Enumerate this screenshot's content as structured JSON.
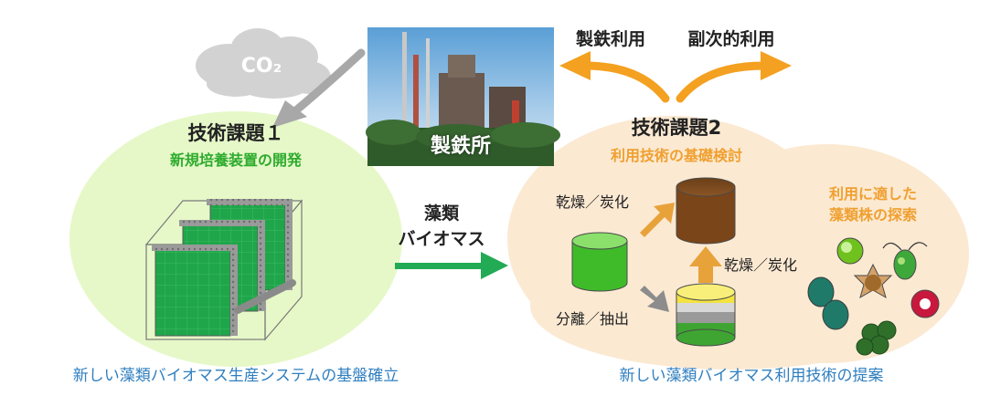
{
  "cloud": {
    "label": "CO₂"
  },
  "steel_mill": {
    "label": "製鉄所"
  },
  "outputs": {
    "left": "製鉄利用",
    "right": "副次的利用"
  },
  "left_issue": {
    "title": "技術課題１",
    "subtitle": "新規培養装置の開発",
    "caption": "新しい藻類バイオマス生産システムの基盤確立"
  },
  "middle": {
    "line1": "藻類",
    "line2": "バイオマス"
  },
  "right_issue": {
    "title": "技術課題2",
    "subtitle": "利用技術の基礎検討",
    "process_dry1": "乾燥／炭化",
    "process_dry2": "乾燥／炭化",
    "process_sep": "分離／抽出",
    "strain_line1": "利用に適した",
    "strain_line2": "藻類株の探索",
    "caption": "新しい藻類バイオマス利用技術の提案"
  },
  "colors": {
    "left_circle": "#e6f8c8",
    "right_cloud": "#fbe9d2",
    "green_arrow": "#22aa55",
    "orange": "#f4a020",
    "caption_blue": "#2f7fc0",
    "subtitle_green": "#2dab2d",
    "subtitle_orange": "#f0a030"
  }
}
